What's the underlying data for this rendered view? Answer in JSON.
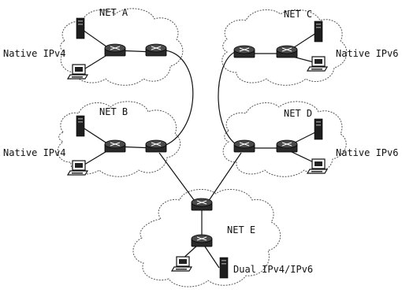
{
  "nets": {
    "a": {
      "name": "NET A",
      "label": "Native IPv4"
    },
    "b": {
      "name": "NET B",
      "label": "Native IPv4"
    },
    "c": {
      "name": "NET C",
      "label": "Native IPv6"
    },
    "d": {
      "name": "NET D",
      "label": "Native IPv6"
    },
    "e": {
      "name": "NET E",
      "label": "Dual IPv4/IPv6"
    }
  },
  "icons": {
    "router": "router-icon",
    "server": "server-icon",
    "workstation": "workstation-icon",
    "cloud": "network-cloud"
  }
}
